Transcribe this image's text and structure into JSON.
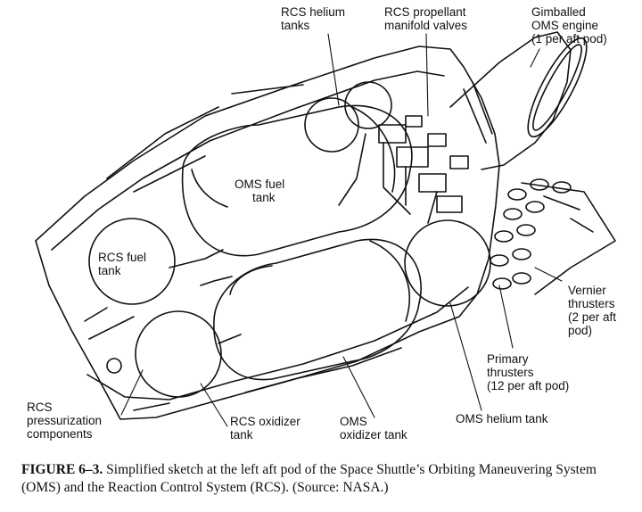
{
  "labels": {
    "rcs_helium_tanks": [
      "RCS helium",
      "tanks"
    ],
    "rcs_propellant_manifold": [
      "RCS propellant",
      "manifold valves"
    ],
    "gimballed_oms_engine": [
      "Gimballed",
      "OMS engine",
      "(1 per aft pod)"
    ],
    "oms_fuel_tank": [
      "OMS fuel",
      "tank"
    ],
    "rcs_fuel_tank": [
      "RCS fuel",
      "tank"
    ],
    "vernier_thrusters": [
      "Vernier",
      "thrusters",
      "(2 per aft",
      "pod)"
    ],
    "primary_thrusters": [
      "Primary",
      "thrusters",
      "(12 per aft pod)"
    ],
    "rcs_pressurization": [
      "RCS",
      "pressurization",
      "components"
    ],
    "rcs_oxidizer_tank": [
      "RCS oxidizer",
      "tank"
    ],
    "oms_oxidizer_tank": [
      "OMS",
      "oxidizer tank"
    ],
    "oms_helium_tank": [
      "OMS helium tank"
    ]
  },
  "caption": {
    "figure_number": "FIGURE 6–3.",
    "text": "Simplified sketch at the left aft pod of the Space Shuttle’s Orbiting Maneuvering System (OMS) and the Reaction Control System (RCS). (Source: NASA.)"
  }
}
